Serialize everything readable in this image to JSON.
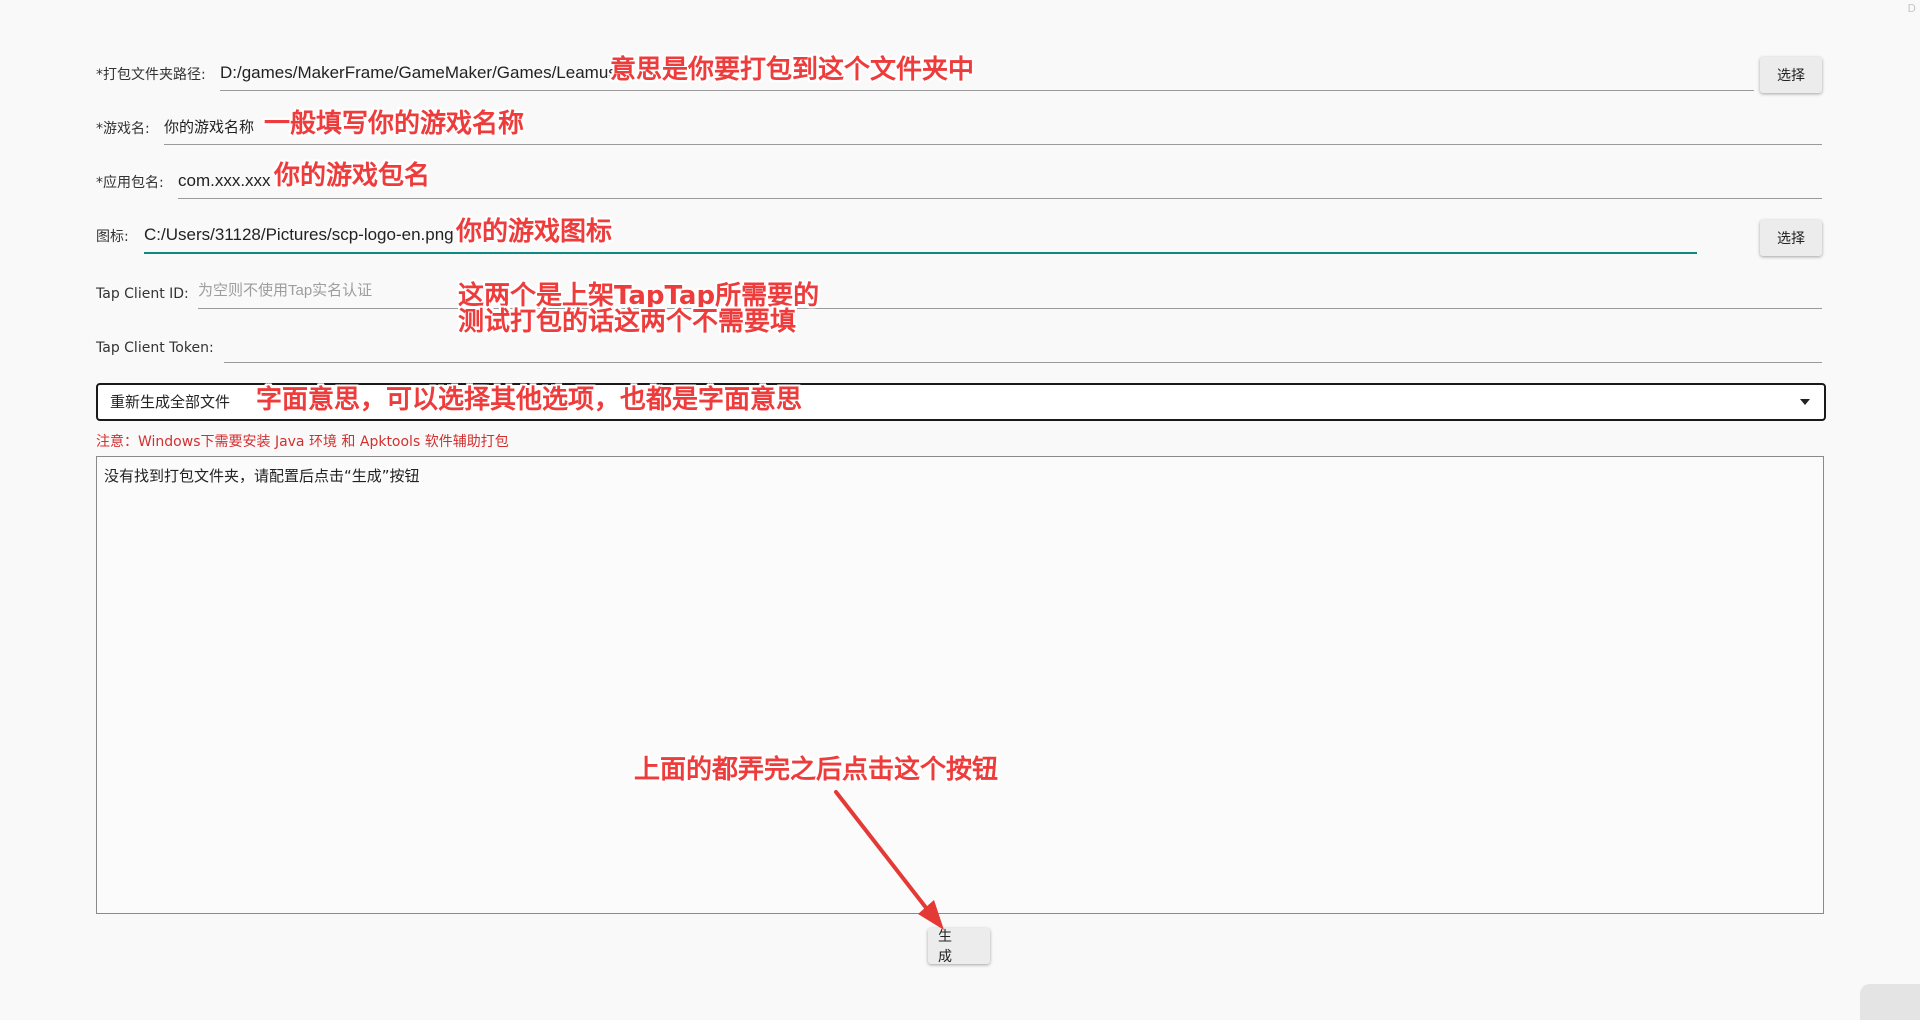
{
  "form": {
    "pack_path": {
      "label": "*打包文件夹路径:",
      "value": "D:/games/MakerFrame/GameMaker/Games/Leamus",
      "button": "选择"
    },
    "game_name": {
      "label": "*游戏名:",
      "value": "你的游戏名称"
    },
    "package_name": {
      "label": "*应用包名:",
      "value": "com.xxx.xxx"
    },
    "icon": {
      "label": "图标:",
      "value": "C:/Users/31128/Pictures/scp-logo-en.png",
      "button": "选择"
    },
    "tap_client_id": {
      "label": "Tap Client ID:",
      "placeholder": "为空则不使用Tap实名认证"
    },
    "tap_client_token": {
      "label": "Tap Client Token:",
      "value": ""
    },
    "mode_select": {
      "value": "重新生成全部文件"
    },
    "notice": "注意：Windows下需要安装 Java 环境 和 Apktools 软件辅助打包",
    "log": "没有找到打包文件夹，请配置后点击“生成”按钮",
    "generate_button": "生 成"
  },
  "annotations": {
    "pack_path": "意思是你要打包到这个文件夹中",
    "game_name": "一般填写你的游戏名称",
    "package_name": "你的游戏包名",
    "icon": "你的游戏图标",
    "tap_line1": "这两个是上架TapTap所需要的",
    "tap_line2": "测试打包的话这两个不需要填",
    "mode_select": "字面意思，可以选择其他选项，也都是字面意思",
    "generate": "上面的都弄完之后点击这个按钮"
  },
  "corner_mark": "D",
  "colors": {
    "annotation": "#ee3b3b",
    "notice": "#d32f2f",
    "focus_underline": "#0f8a7e"
  }
}
